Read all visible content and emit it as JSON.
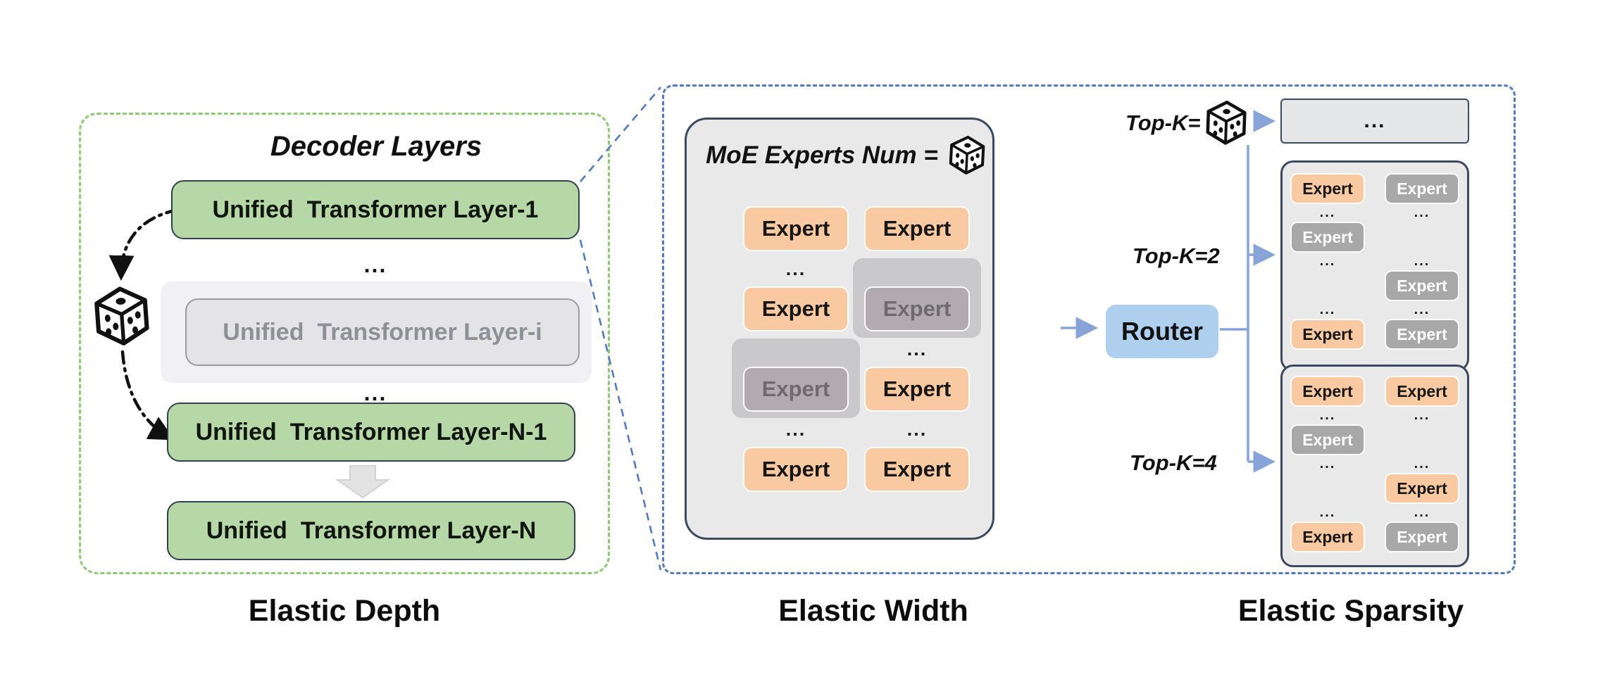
{
  "figure": {
    "captions": {
      "depth": "Elastic Depth",
      "width": "Elastic Width",
      "sparsity": "Elastic Sparsity"
    }
  },
  "depth_panel": {
    "title": "Decoder Layers",
    "layers": {
      "first": "Unified  Transformer Layer-1",
      "middle": "Unified  Transformer Layer-i",
      "second_last": "Unified  Transformer Layer-N-1",
      "last": "Unified  Transformer Layer-N"
    },
    "ellipsis": "...",
    "dice_icon": "dice-icon"
  },
  "width_panel": {
    "header": "MoE Experts Num =",
    "dice_icon": "dice-icon",
    "expert_label": "Expert",
    "ellipsis": "...",
    "expert_grid": [
      [
        "active",
        "active"
      ],
      [
        "active",
        "inactive"
      ],
      [
        "inactive",
        "active"
      ],
      [
        "active",
        "active"
      ]
    ]
  },
  "sparsity_panel": {
    "router_label": "Router",
    "topk_random_label": "Top-K=",
    "dice_icon": "dice-icon",
    "topk2_label": "Top-K=2",
    "topk4_label": "Top-K=4",
    "collapsed_group_label": "...",
    "expert_label": "Expert",
    "ellipsis": "...",
    "topk2_grid": [
      [
        "active",
        "inactive"
      ],
      [
        "inactive",
        null
      ],
      [
        null,
        "inactive"
      ],
      [
        "active",
        "inactive"
      ]
    ],
    "topk4_grid": [
      [
        "active",
        "active"
      ],
      [
        "inactive",
        null
      ],
      [
        null,
        "active"
      ],
      [
        "active",
        "inactive"
      ]
    ]
  },
  "colors": {
    "green_fill": "#b5d8a6",
    "green_border": "#31404d",
    "green_dash": "#8ccb72",
    "blue_dash": "#5379c1",
    "gray_layer_fill": "#e4e4e7",
    "gray_layer_text": "#8f9095",
    "container_fill": "#e9e9ea",
    "container_border": "#3c4a60",
    "expert_active_fill": "#f9c9a1",
    "expert_inactive_fill": "#a8a8a8",
    "expert_inactive_mid_fill": "#b1abaf",
    "pad_fill": "#c9c9cb",
    "router_fill": "#aed0ee",
    "arrow_blue": "#87a3d8",
    "topbox_fill": "#e5e6e8",
    "text": "#111111"
  }
}
